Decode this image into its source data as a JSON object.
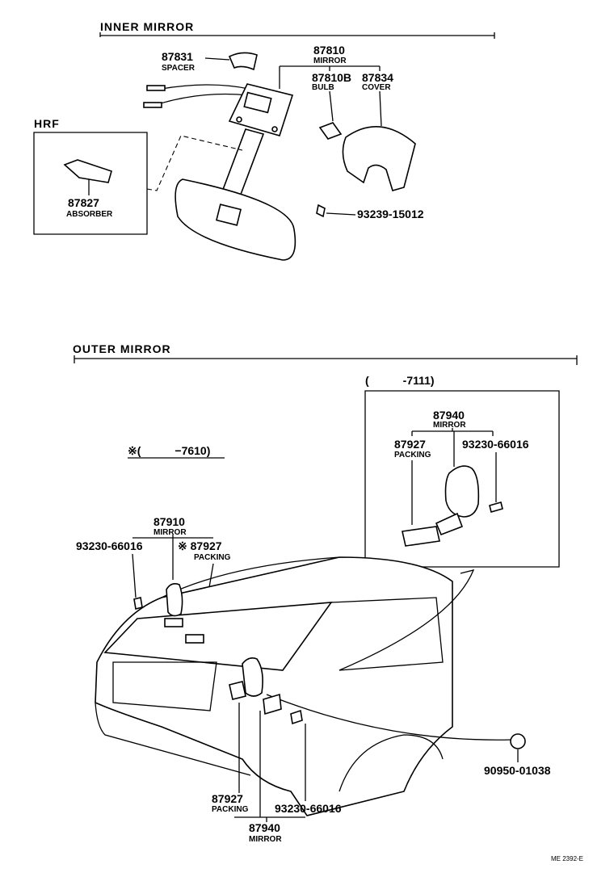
{
  "sections": {
    "inner": "INNER MIRROR",
    "hrf": "HRF",
    "outer": "OUTER MIRROR",
    "variant_7610": "※(　　　−7610)",
    "variant_7111": "(　　　-7111)"
  },
  "parts": {
    "p87831": {
      "num": "87831",
      "name": "SPACER"
    },
    "p87810": {
      "num": "87810",
      "name": "MIRROR"
    },
    "p87810b": {
      "num": "87810B",
      "name": "BULB"
    },
    "p87834": {
      "num": "87834",
      "name": "COVER"
    },
    "p87827_inner": {
      "num": "87827",
      "name": "ABSORBER"
    },
    "p93239": {
      "num": "93239-15012"
    },
    "p87940_box": {
      "num": "87940",
      "name": "MIRROR"
    },
    "p87927_box": {
      "num": "87927",
      "name": "PACKING"
    },
    "p93230_box": {
      "num": "93230-66016"
    },
    "p87910": {
      "num": "87910",
      "name": "MIRROR"
    },
    "p93230_left": {
      "num": "93230-66016"
    },
    "p87927_mark": {
      "num": "※ 87927",
      "name": "PACKING"
    },
    "p87927_bottom": {
      "num": "87927",
      "name": "PACKING"
    },
    "p93230_bottom": {
      "num": "93230-66016"
    },
    "p87940_bottom": {
      "num": "87940",
      "name": "MIRROR"
    },
    "p90950": {
      "num": "90950-01038"
    }
  },
  "footer_code": "ME 2392-E"
}
